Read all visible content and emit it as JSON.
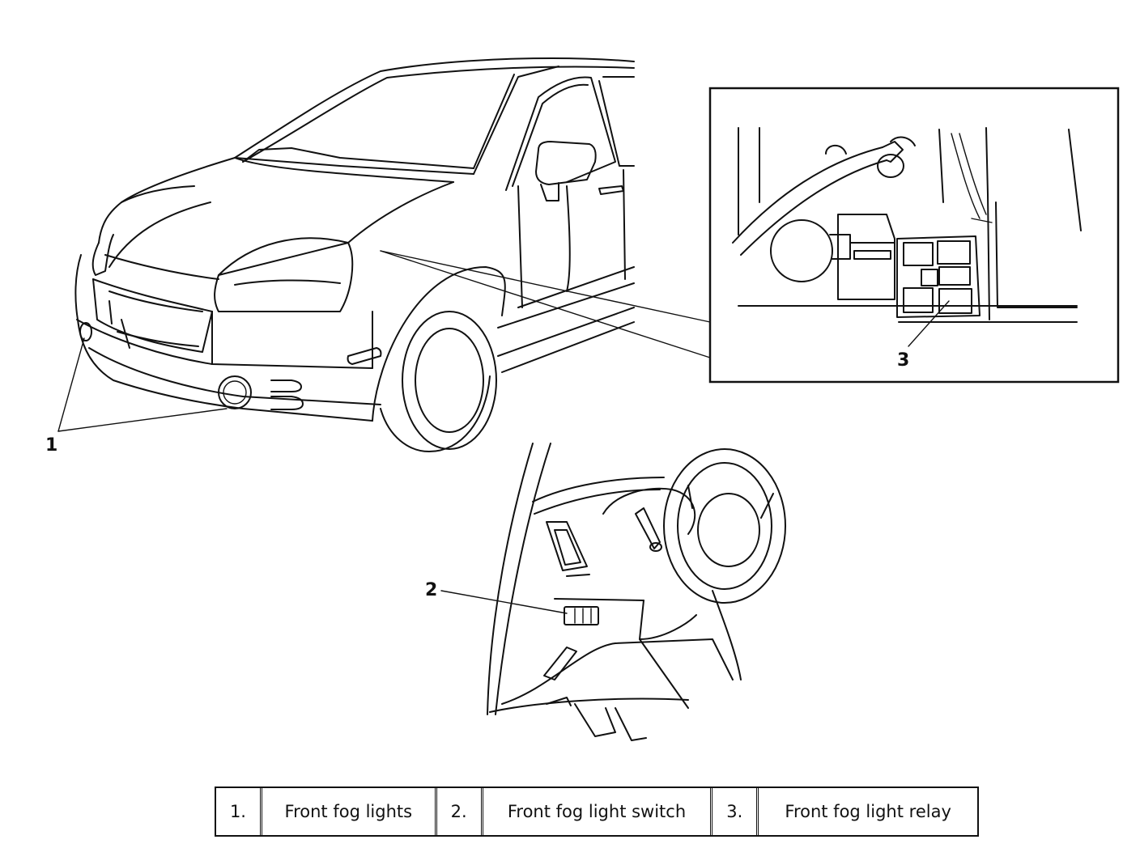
{
  "callouts": [
    {
      "id": "1",
      "label": "1"
    },
    {
      "id": "2",
      "label": "2"
    },
    {
      "id": "3",
      "label": "3"
    }
  ],
  "legend": [
    {
      "number": "1.",
      "text": "Front fog lights"
    },
    {
      "number": "2.",
      "text": "Front fog light switch"
    },
    {
      "number": "3.",
      "text": "Front fog light relay"
    }
  ]
}
